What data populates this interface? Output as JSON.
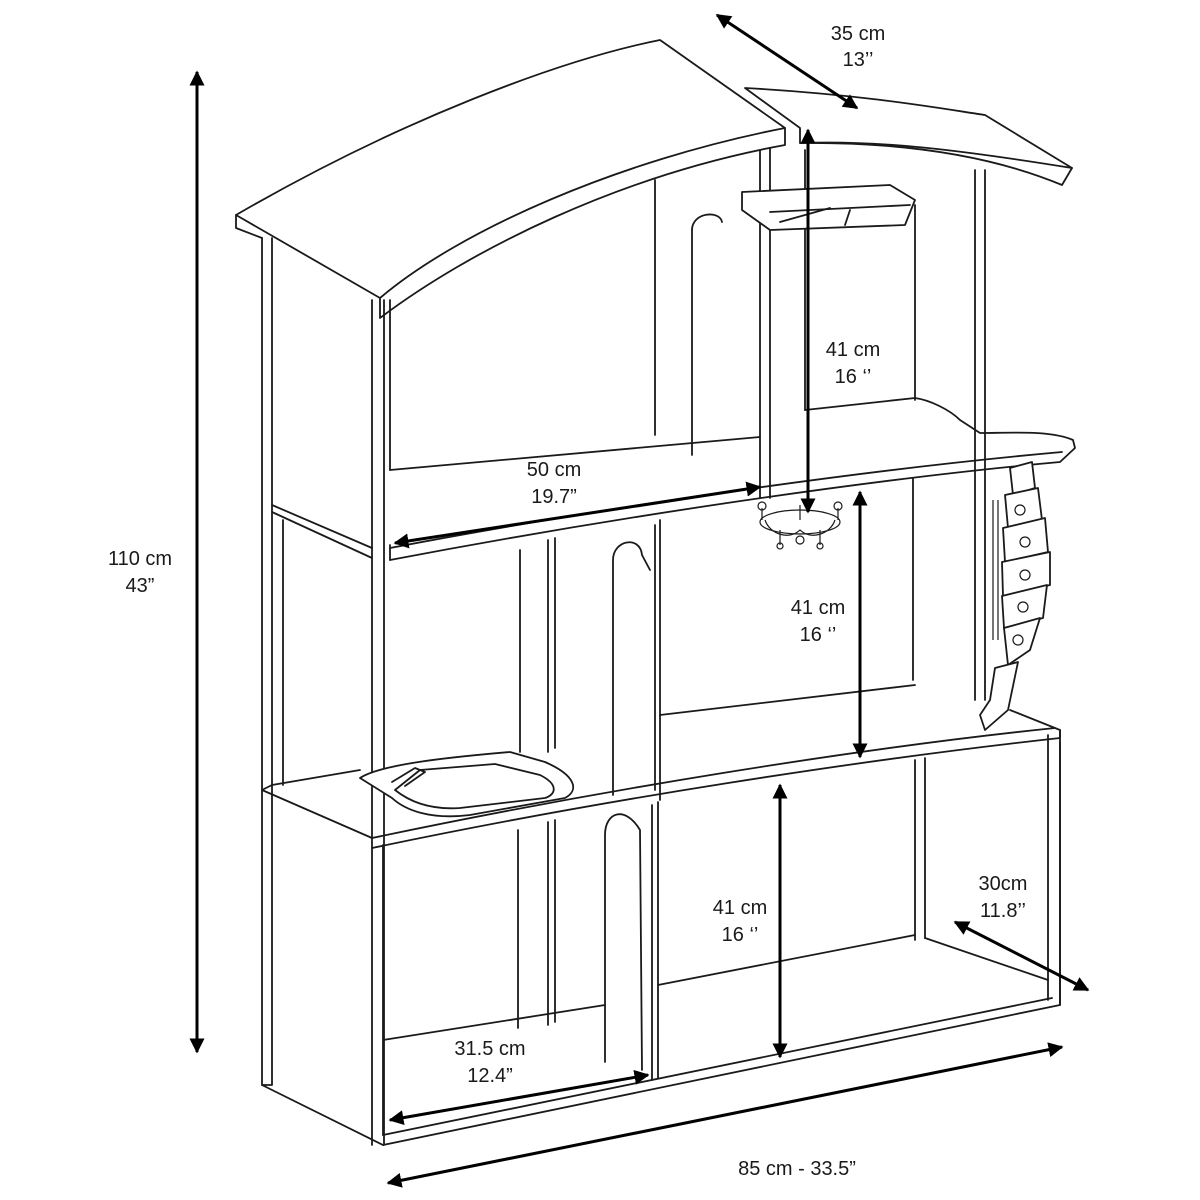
{
  "dimensions": {
    "total_height": {
      "metric": "110 cm",
      "imperial": "43”"
    },
    "depth_top": {
      "metric": "35 cm",
      "imperial": "13’’"
    },
    "floor_top_height": {
      "metric": "41 cm",
      "imperial": "16 ‘’"
    },
    "floor_middle_height": {
      "metric": "41 cm",
      "imperial": "16 ‘’"
    },
    "floor_bottom_height": {
      "metric": "41 cm",
      "imperial": "16 ‘’"
    },
    "room_width_top": {
      "metric": "50 cm",
      "imperial": "19.7”"
    },
    "room_width_bottom": {
      "metric": "31.5 cm",
      "imperial": "12.4”"
    },
    "depth_bottom": {
      "metric": "30cm",
      "imperial": "11.8’’"
    },
    "total_width": {
      "label": "85 cm - 33.5”"
    }
  },
  "colors": {
    "line": "#1a1a1a",
    "arrow": "#000000",
    "background": "#ffffff"
  }
}
